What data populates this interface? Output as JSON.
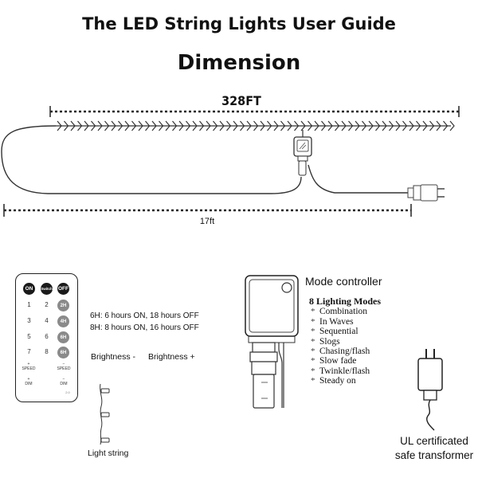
{
  "header": {
    "title": "The LED String Lights User Guide",
    "subtitle": "Dimension"
  },
  "dimension": {
    "light_length": "328FT",
    "lead_length": "17ft"
  },
  "remote": {
    "buttons_top": [
      "ON",
      "Switch",
      "OFF"
    ],
    "numbers": [
      "1",
      "2",
      "3",
      "4",
      "5",
      "6",
      "7",
      "8"
    ],
    "timers": [
      "2H",
      "4H",
      "6H",
      "6H"
    ],
    "speed_label": "SPEED",
    "dim_label": "DIM",
    "plus": "+",
    "minus": "−",
    "model": "2.0"
  },
  "timer_notes": {
    "line1": "6H: 6 hours ON, 18 hours OFF",
    "line2": "8H: 8 hours ON, 16 hours OFF"
  },
  "brightness": {
    "minus": "Brightness -",
    "plus": "Brightness +"
  },
  "light_string_label": "Light string",
  "mode_controller": {
    "label": "Mode controller",
    "modes_title": "8 Lighting Modes",
    "modes": [
      "Combination",
      "In Waves",
      "Sequential",
      "Slogs",
      "Chasing/flash",
      "Slow fade",
      "Twinkle/flash",
      "Steady on"
    ]
  },
  "transformer": {
    "line1": "UL certificated",
    "line2": "safe transformer"
  }
}
